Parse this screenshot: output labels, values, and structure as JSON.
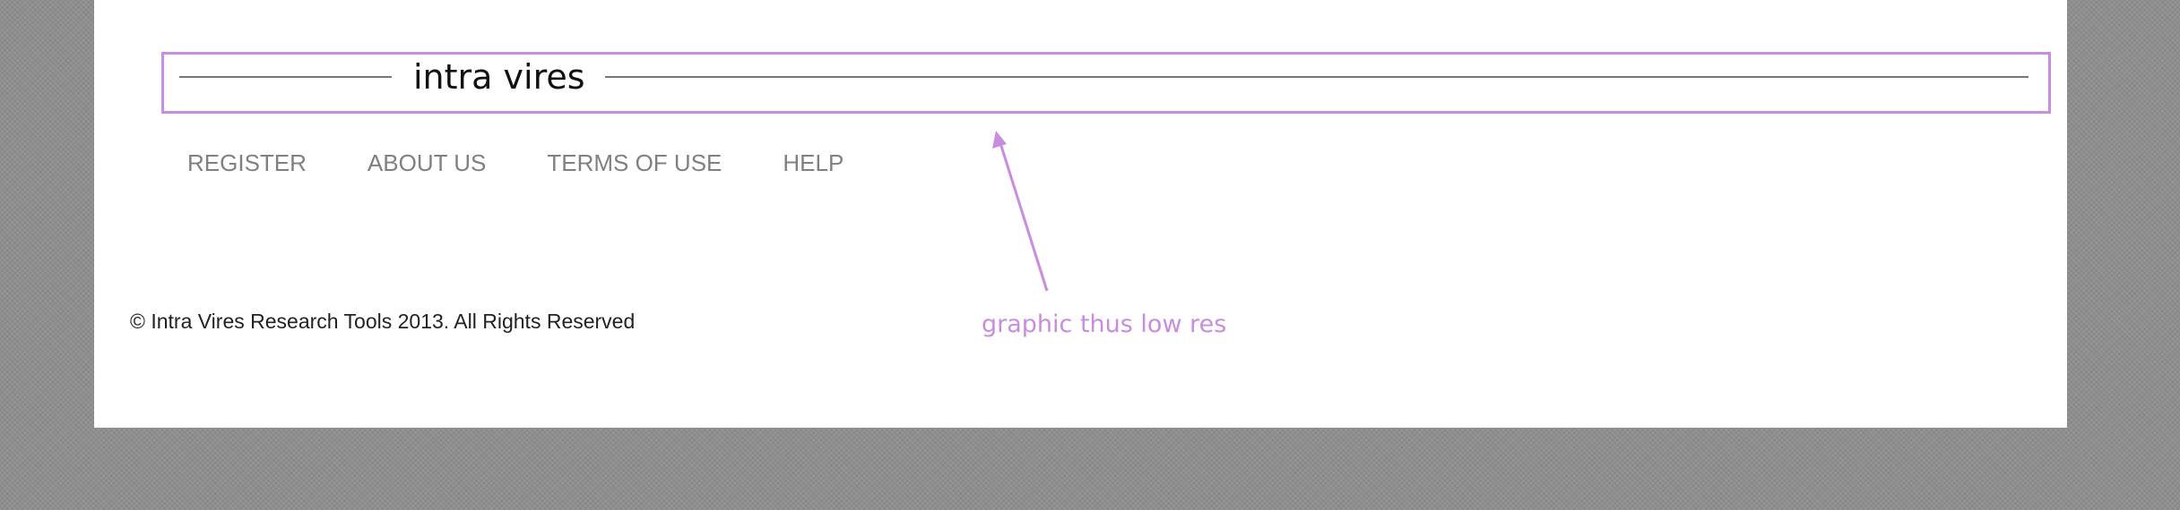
{
  "header": {
    "logo_text": "intra vires"
  },
  "nav": {
    "items": [
      {
        "label": "REGISTER"
      },
      {
        "label": "ABOUT US"
      },
      {
        "label": "TERMS OF USE"
      },
      {
        "label": "HELP"
      }
    ]
  },
  "footer": {
    "copyright": "© Intra Vires Research Tools 2013. All Rights Reserved"
  },
  "annotation": {
    "note": "graphic thus low res",
    "color": "#c98de0"
  }
}
